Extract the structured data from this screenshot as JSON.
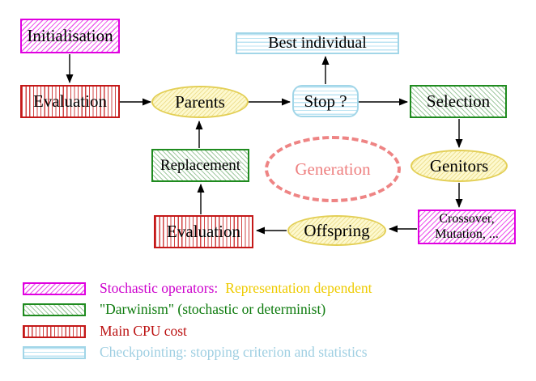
{
  "nodes": {
    "initialisation": {
      "label": "Initialisation"
    },
    "evaluation_top": {
      "label": "Evaluation"
    },
    "parents": {
      "label": "Parents"
    },
    "best_individual": {
      "label": "Best individual"
    },
    "stop": {
      "label": "Stop ?"
    },
    "selection": {
      "label": "Selection"
    },
    "genitors": {
      "label": "Genitors"
    },
    "crossover_mutation": {
      "line1": "Crossover,",
      "line2": "Mutation, ..."
    },
    "offspring": {
      "label": "Offspring"
    },
    "evaluation_bottom": {
      "label": "Evaluation"
    },
    "replacement": {
      "label": "Replacement"
    },
    "generation": {
      "label": "Generation"
    }
  },
  "legend": {
    "items": [
      {
        "swatch": "magenta-hatch",
        "text": "Stochastic operators:",
        "text2": "Representation dependent"
      },
      {
        "swatch": "green-hatch",
        "text": "\"Darwinism\" (stochastic or determinist)"
      },
      {
        "swatch": "red-vertical-stripes",
        "text": "Main CPU cost"
      },
      {
        "swatch": "cyan-horizontal-stripes",
        "text": "Checkpointing: stopping criterion and statistics"
      }
    ]
  },
  "colors": {
    "magenta": "#e000e0",
    "red": "#c41818",
    "green": "#1f8b1f",
    "cyan_border": "#a2d6e8",
    "yellow_border": "#e3cf55",
    "yellow_fill": "#fdf9cf",
    "coral": "#ee8080",
    "legend_magenta_text": "#cc00cc",
    "legend_gold_text": "#eecb00",
    "legend_green_text": "#0c7a0c",
    "legend_red_text": "#bb1111",
    "legend_cyan_text": "#9fcfe2",
    "arrow": "#000000"
  }
}
